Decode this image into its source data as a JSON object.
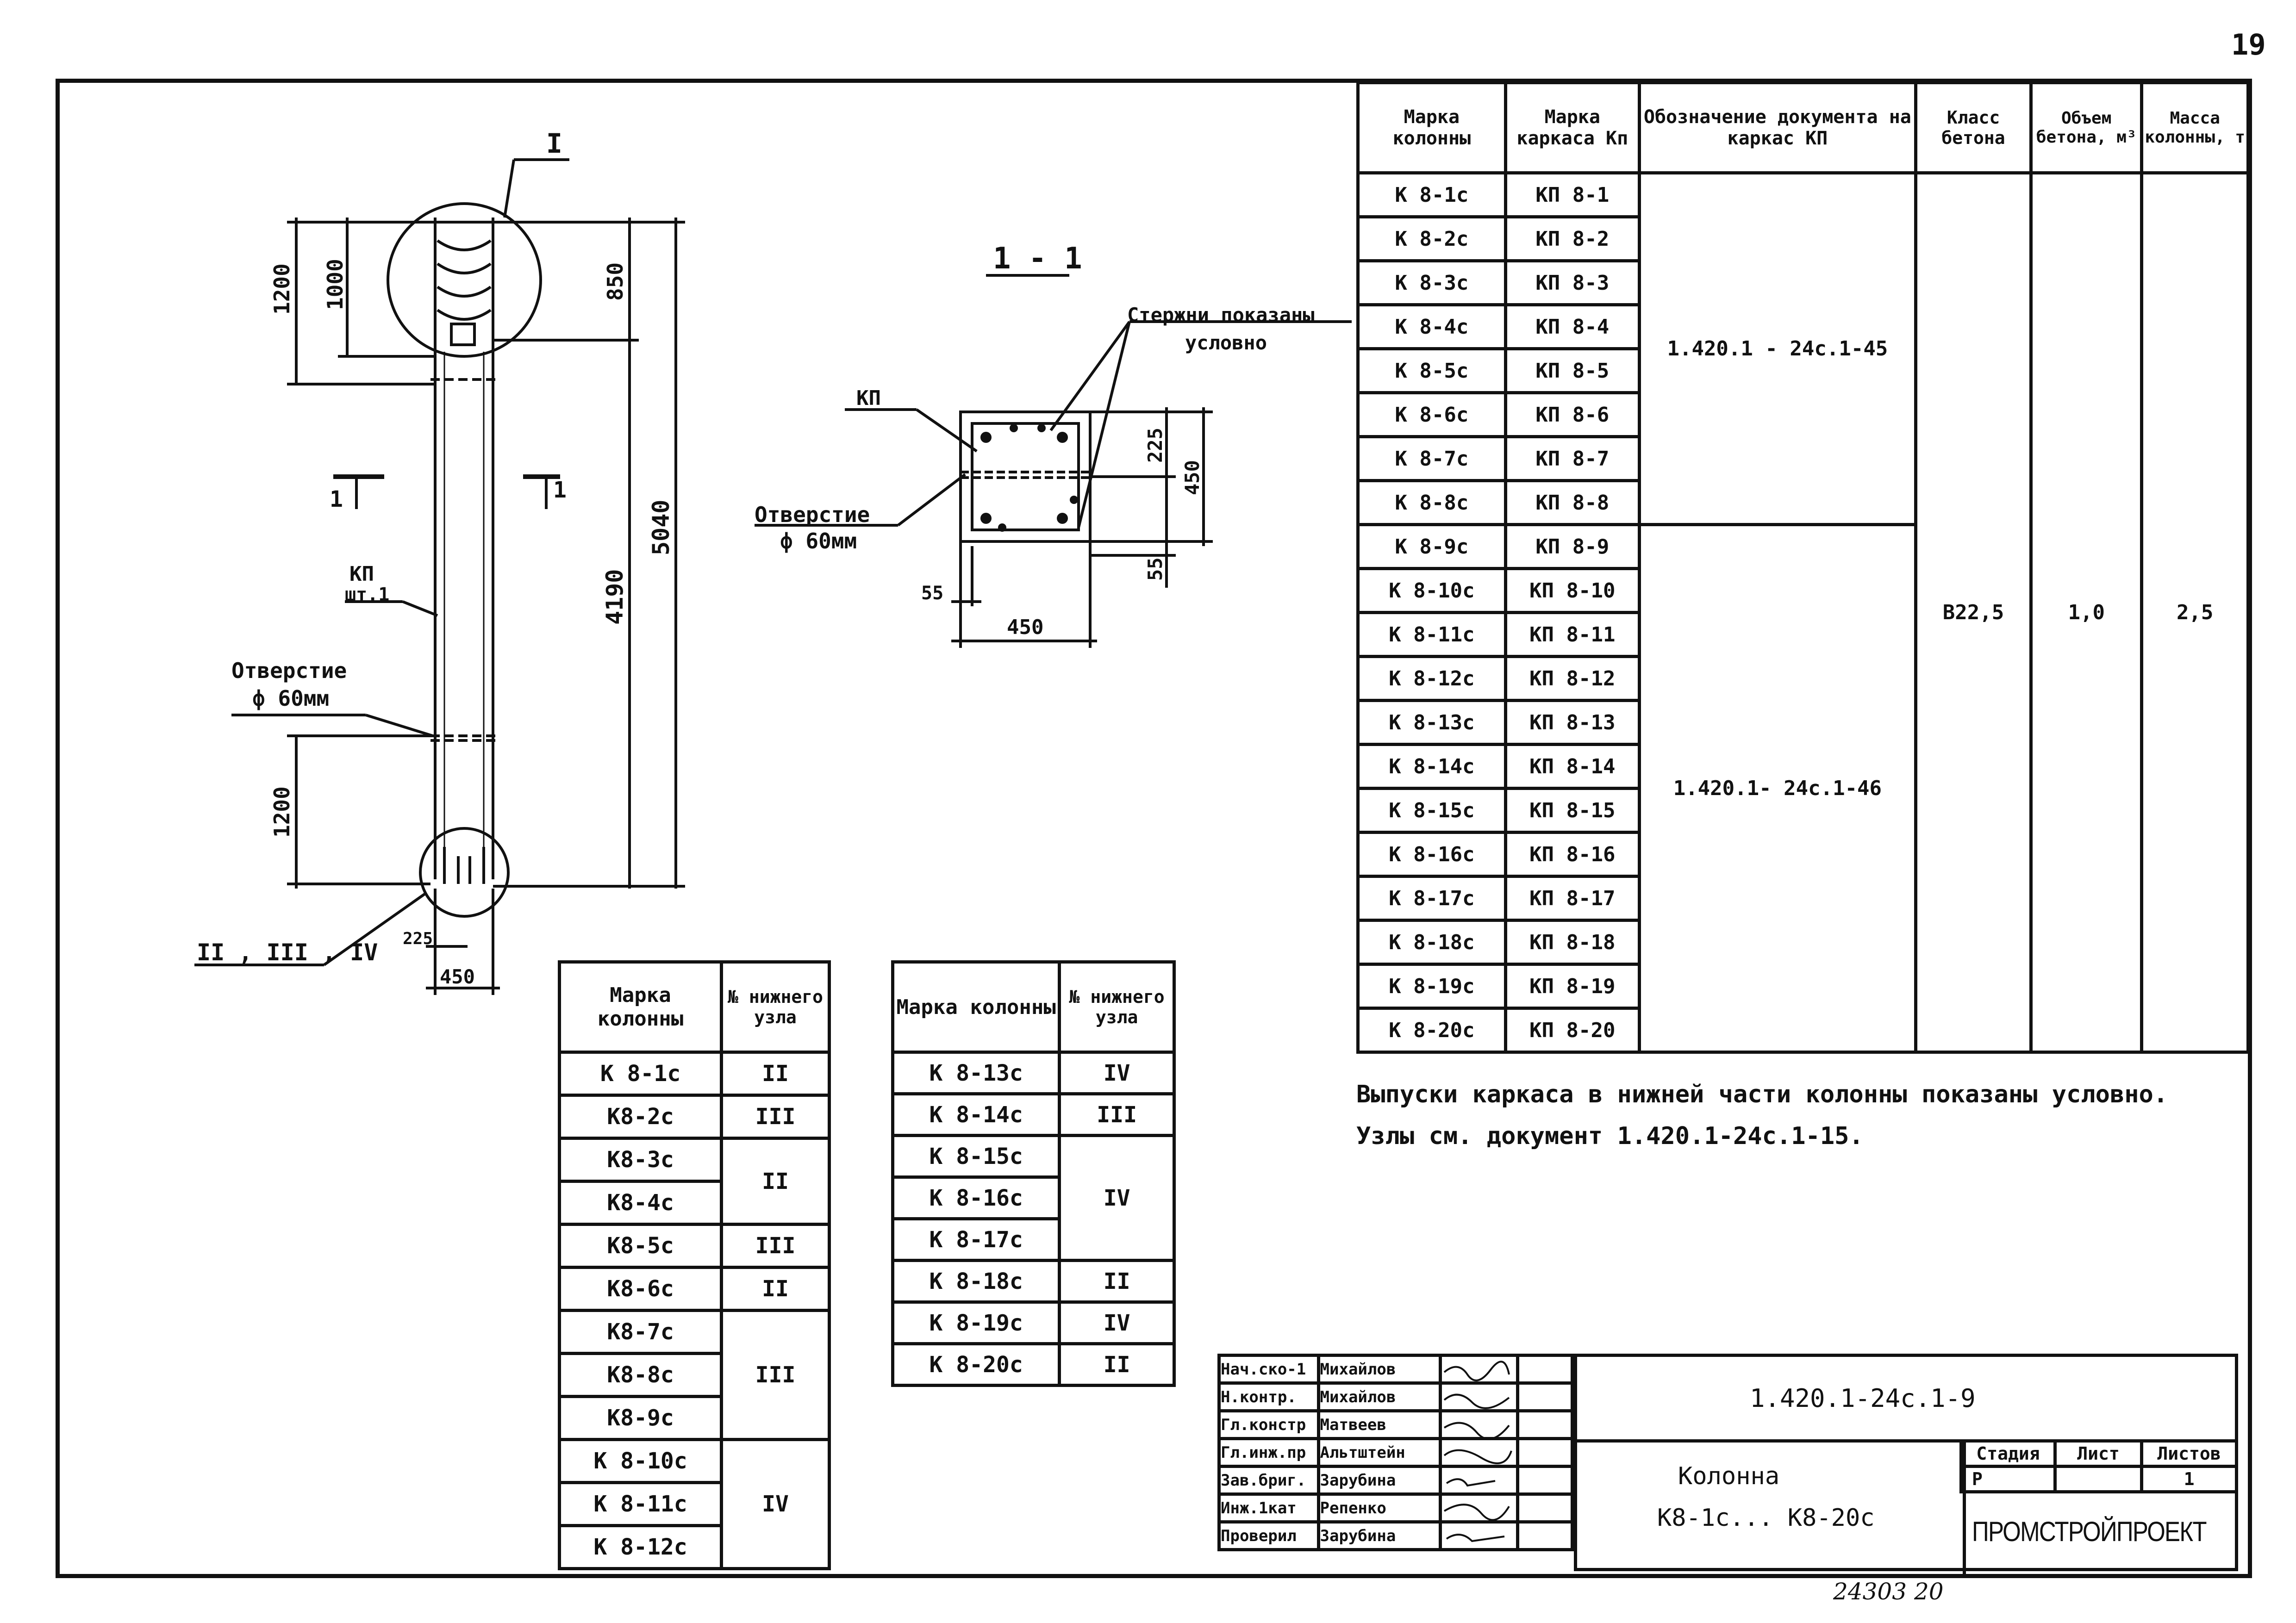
{
  "page_number": "19",
  "bottom_stamp": "24303 20",
  "elevation": {
    "section_mark_top": "I",
    "section_cut_left": "1",
    "section_cut_right": "1",
    "dim_1200_top": "1200",
    "dim_1000": "1000",
    "dim_850": "850",
    "dim_5040": "5040",
    "dim_4190": "4190",
    "dim_1200_bottom": "1200",
    "dim_225": "225",
    "dim_450": "450",
    "kp_label": "КП",
    "kp_qty": "шт.1",
    "hole_label": "Отверстие",
    "hole_dia": "ф 60мм",
    "nodes_label": "II , III , IV"
  },
  "section": {
    "title": "1 - 1",
    "rods_note_line1": "Стержни показаны",
    "rods_note_line2": "условно",
    "kp_label": "КП",
    "hole_label": "Отверстие",
    "hole_dia": "ф 60мм",
    "dim_225": "225",
    "dim_450_v": "450",
    "dim_55_v": "55",
    "dim_55_h": "55",
    "dim_450_h": "450"
  },
  "main_table": {
    "headers": [
      "Марка колонны",
      "Марка каркаса Кп",
      "Обозначение документа на каркас КП",
      "Класс бетона",
      "Объем бетона, м³",
      "Масса колонны, т"
    ],
    "rows": [
      [
        "К 8-1с",
        "КП 8-1"
      ],
      [
        "К 8-2с",
        "КП 8-2"
      ],
      [
        "К 8-3с",
        "КП 8-3"
      ],
      [
        "К 8-4с",
        "КП 8-4"
      ],
      [
        "К 8-5с",
        "КП 8-5"
      ],
      [
        "К 8-6с",
        "КП 8-6"
      ],
      [
        "К 8-7с",
        "КП 8-7"
      ],
      [
        "К 8-8с",
        "КП 8-8"
      ],
      [
        "К 8-9с",
        "КП 8-9"
      ],
      [
        "К 8-10с",
        "КП 8-10"
      ],
      [
        "К 8-11с",
        "КП 8-11"
      ],
      [
        "К 8-12с",
        "КП 8-12"
      ],
      [
        "К 8-13с",
        "КП 8-13"
      ],
      [
        "К 8-14с",
        "КП 8-14"
      ],
      [
        "К 8-15с",
        "КП 8-15"
      ],
      [
        "К 8-16с",
        "КП 8-16"
      ],
      [
        "К 8-17с",
        "КП 8-17"
      ],
      [
        "К 8-18с",
        "КП 8-18"
      ],
      [
        "К 8-19с",
        "КП 8-19"
      ],
      [
        "К 8-20с",
        "КП 8-20"
      ]
    ],
    "doc_group_1": "1.420.1 - 24с.1-45",
    "doc_group_2": "1.420.1- 24с.1-46",
    "concrete_class": "В22,5",
    "volume": "1,0",
    "mass": "2,5"
  },
  "notes": {
    "line1": "Выпуски каркаса в нижней части колонны показаны условно.",
    "line2": "Узлы см. документ 1.420.1-24с.1-15."
  },
  "node_table_1": {
    "headers": [
      "Марка колонны",
      "№ нижнего узла"
    ],
    "marks": [
      "К 8-1с",
      "К8-2с",
      "К8-3с",
      "К8-4с",
      "К8-5с",
      "К8-6с",
      "К8-7с",
      "К8-8с",
      "К8-9с",
      "К 8-10с",
      "К 8-11с",
      "К 8-12с"
    ],
    "nodes": [
      "II",
      "III",
      "II",
      "III",
      "II",
      "III",
      "IV"
    ]
  },
  "node_table_2": {
    "headers": [
      "Марка колонны",
      "№ нижнего узла"
    ],
    "marks": [
      "К 8-13с",
      "К 8-14с",
      "К 8-15с",
      "К 8-16с",
      "К 8-17с",
      "К 8-18с",
      "К 8-19с",
      "К 8-20с"
    ],
    "nodes": [
      "IV",
      "III",
      "IV",
      "II",
      "IV",
      "II"
    ]
  },
  "title_block": {
    "roles": [
      "Нач.ско-1",
      "Н.контр.",
      "Гл.констр",
      "Гл.инж.пр",
      "Зав.бриг.",
      "Инж.1кат",
      "Проверил"
    ],
    "names": [
      "Михайлов",
      "Михайлов",
      "Матвеев",
      "Альтштейн",
      "Зарубина",
      "Репенко",
      "Зарубина"
    ],
    "doc_code": "1.420.1-24с.1-9",
    "name_line1": "Колонна",
    "name_line2": "К8-1с... К8-20с",
    "stage_header": "Стадия",
    "sheet_header": "Лист",
    "sheets_header": "Листов",
    "stage": "Р",
    "sheets": "1",
    "company": "ПРОМСТРОЙПРОЕКТ"
  }
}
